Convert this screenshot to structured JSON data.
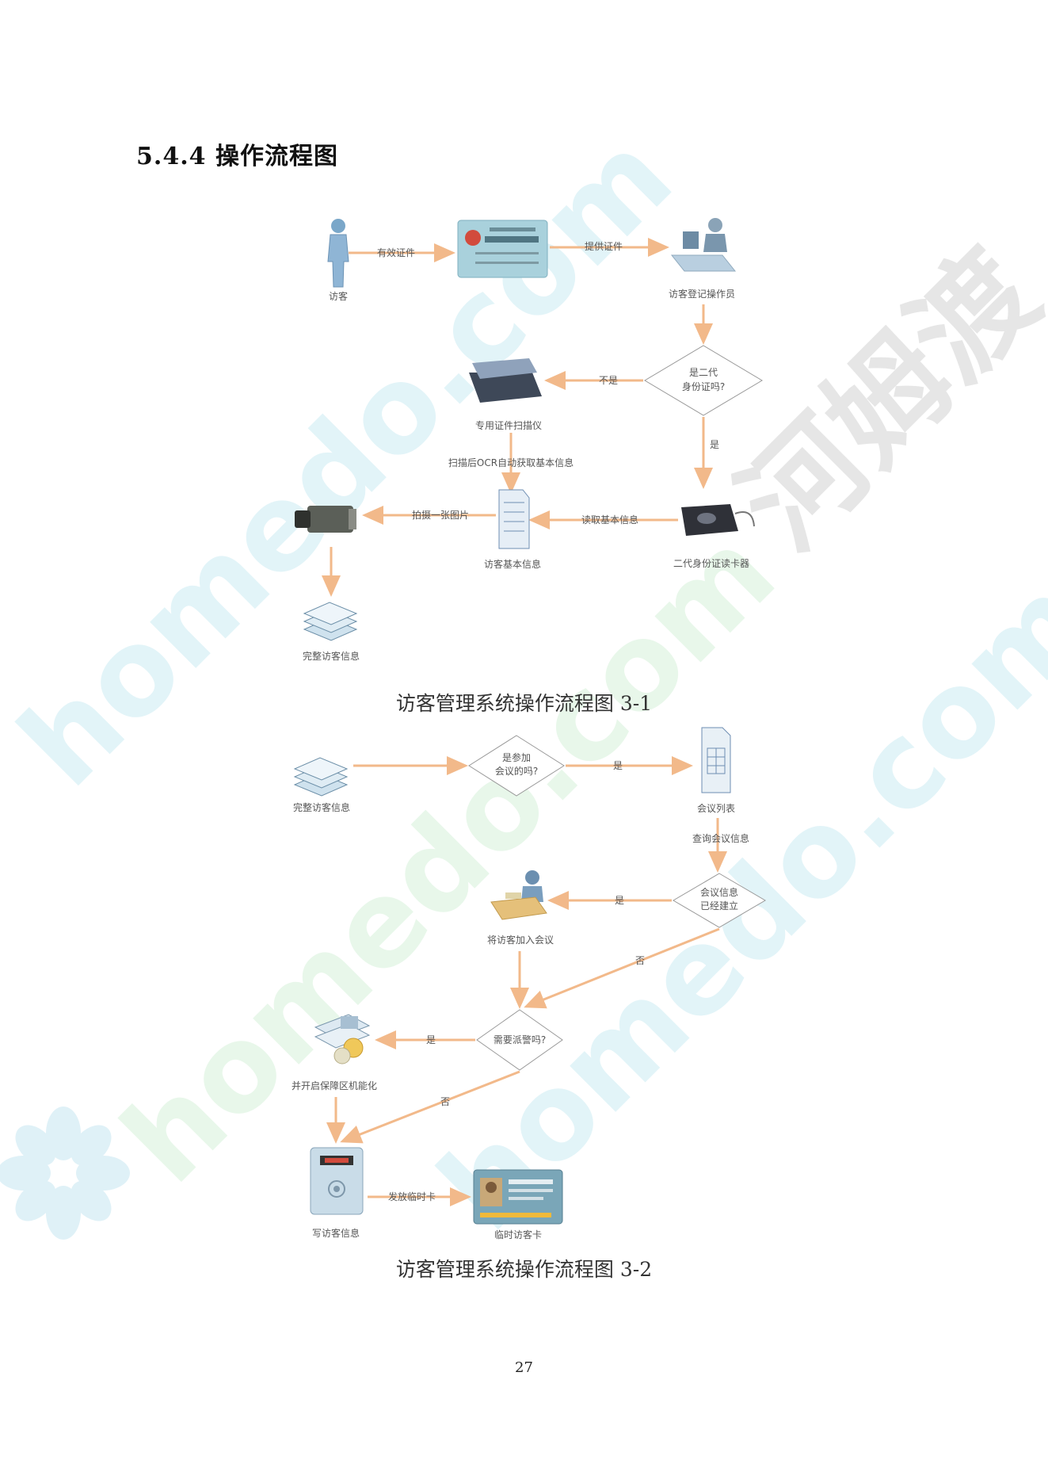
{
  "section": {
    "number": "5.4.4",
    "title": "操作流程图"
  },
  "figure1": {
    "caption": "访客管理系统操作流程图 3-1",
    "nodes": {
      "visitor": "访客",
      "operator": "访客登记操作员",
      "decision_second_gen": [
        "是二代",
        "身份证吗?"
      ],
      "scanner": "专用证件扫描仪",
      "id_reader": "二代身份证读卡器",
      "basic_info": "访客基本信息",
      "complete_info": "完整访客信息"
    },
    "edges": {
      "valid_id": "有效证件",
      "provide_id": "提供证件",
      "no": "不是",
      "yes": "是",
      "ocr": "扫描后OCR自动获取基本信息",
      "read_info": "读取基本信息",
      "photo": "拍摄一张图片"
    }
  },
  "figure2": {
    "caption": "访客管理系统操作流程图 3-2",
    "nodes": {
      "complete_info": "完整访客信息",
      "decision_meeting": [
        "是参加",
        "会议的吗?"
      ],
      "meeting_list": "会议列表",
      "decision_created": [
        "会议信息",
        "已经建立"
      ],
      "add_to_meeting": "将访客加入会议",
      "decision_escort": "需要派警吗?",
      "escort_device": "并开启保障区机能化",
      "write_info": "写访客信息",
      "temp_card": "临时访客卡"
    },
    "edges": {
      "yes1": "是",
      "query": "查询会议信息",
      "yes2": "是",
      "no1": "否",
      "yes3": "是",
      "no2": "否",
      "issue_card": "发放临时卡"
    }
  },
  "page_number": "27",
  "watermark": {
    "latin": "homedo.com",
    "cjk": "河姆渡"
  },
  "colors": {
    "arrow": "#f2b98a",
    "watermark_latin": "#dff3fb",
    "watermark_cjk": "#e4e4e4"
  }
}
